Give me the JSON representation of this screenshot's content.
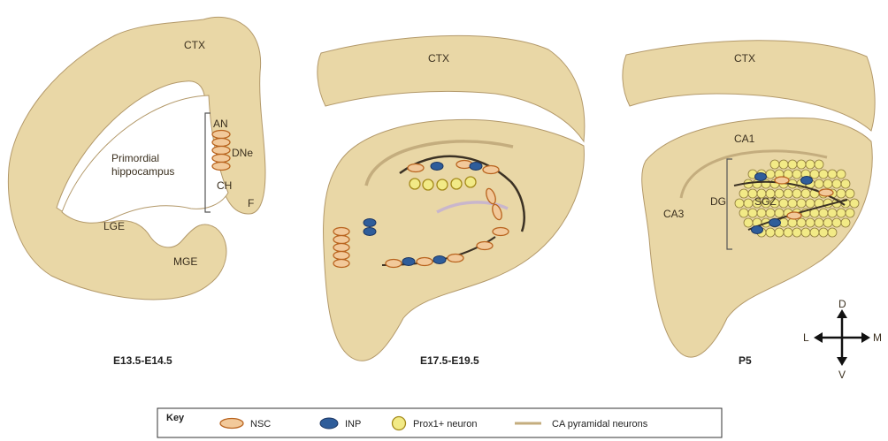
{
  "colors": {
    "tissue": "#e9d7a6",
    "tissue_stroke": "#b3996a",
    "nsc_fill": "#f2c99a",
    "nsc_stroke": "#b9641f",
    "inp_fill": "#2f5d9a",
    "inp_stroke": "#1b3562",
    "prox_fill": "#f2ea86",
    "prox_stroke": "#a48a1a",
    "ca_line": "#c4ad7e",
    "track": "#3b3124"
  },
  "panels": [
    {
      "stage": "E13.5-E14.5",
      "ctx": "CTX",
      "an": "AN",
      "dne": "DNe",
      "ch": "CH",
      "f": "F",
      "primordial_1": "Primordial",
      "primordial_2": "hippocampus",
      "lge": "LGE",
      "mge": "MGE"
    },
    {
      "stage": "E17.5-E19.5",
      "ctx": "CTX"
    },
    {
      "stage": "P5",
      "ctx": "CTX",
      "ca1": "CA1",
      "ca3": "CA3",
      "dg": "DG",
      "sgz": "SGZ"
    }
  ],
  "compass": {
    "d": "D",
    "v": "V",
    "l": "L",
    "m": "M"
  },
  "key": {
    "title": "Key",
    "nsc": "NSC",
    "inp": "INP",
    "prox": "Prox1+ neuron",
    "ca": "CA pyramidal neurons"
  }
}
